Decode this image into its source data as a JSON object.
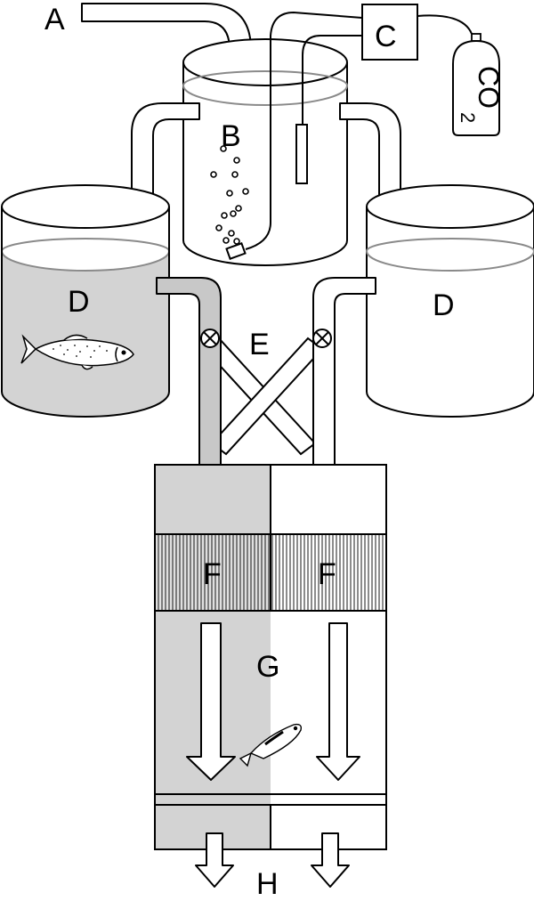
{
  "labels": {
    "a": "A",
    "b": "B",
    "c": "C",
    "co2_main": "CO",
    "co2_sub": "2",
    "d_left": "D",
    "d_right": "D",
    "e": "E",
    "f_left": "F",
    "f_right": "F",
    "g": "G",
    "h": "H"
  },
  "colors": {
    "shaded_water": "#d3d3d3",
    "pipe_gray": "#c8c8c8",
    "stroke": "#000000",
    "water_line": "#8a8a8a"
  },
  "icons": {
    "fish_large": "salmon-icon",
    "fish_small": "small-fish-icon",
    "co2_cylinder": "gas-cylinder-icon",
    "valve": "valve-icon"
  }
}
